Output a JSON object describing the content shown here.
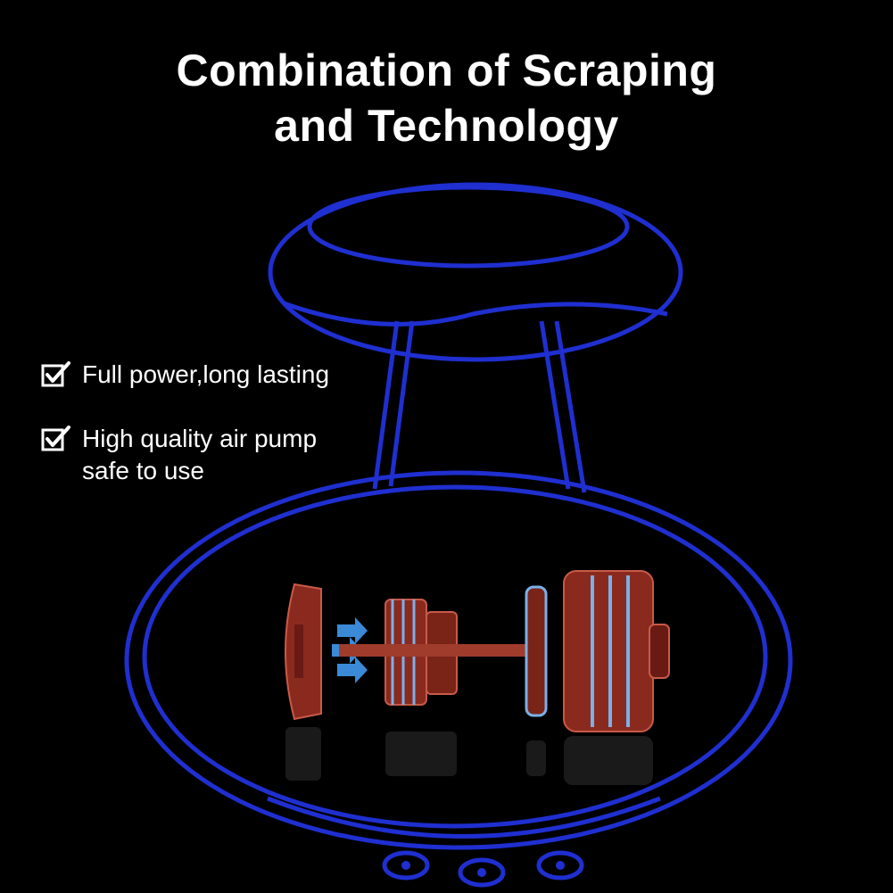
{
  "title": {
    "line1": "Combination of Scraping",
    "line2": "and Technology"
  },
  "features": [
    {
      "icon": "checkbox-checked-icon",
      "lines": [
        "Full power,long lasting"
      ]
    },
    {
      "icon": "checkbox-checked-icon",
      "lines": [
        "High quality air pump",
        "safe to use"
      ]
    }
  ],
  "colors": {
    "background": "#000000",
    "text": "#ffffff",
    "outline": "#1f2fd0",
    "motor": "#8a2a1e",
    "motor_highlight": "#c85a48",
    "arrow": "#3a8ad8"
  }
}
